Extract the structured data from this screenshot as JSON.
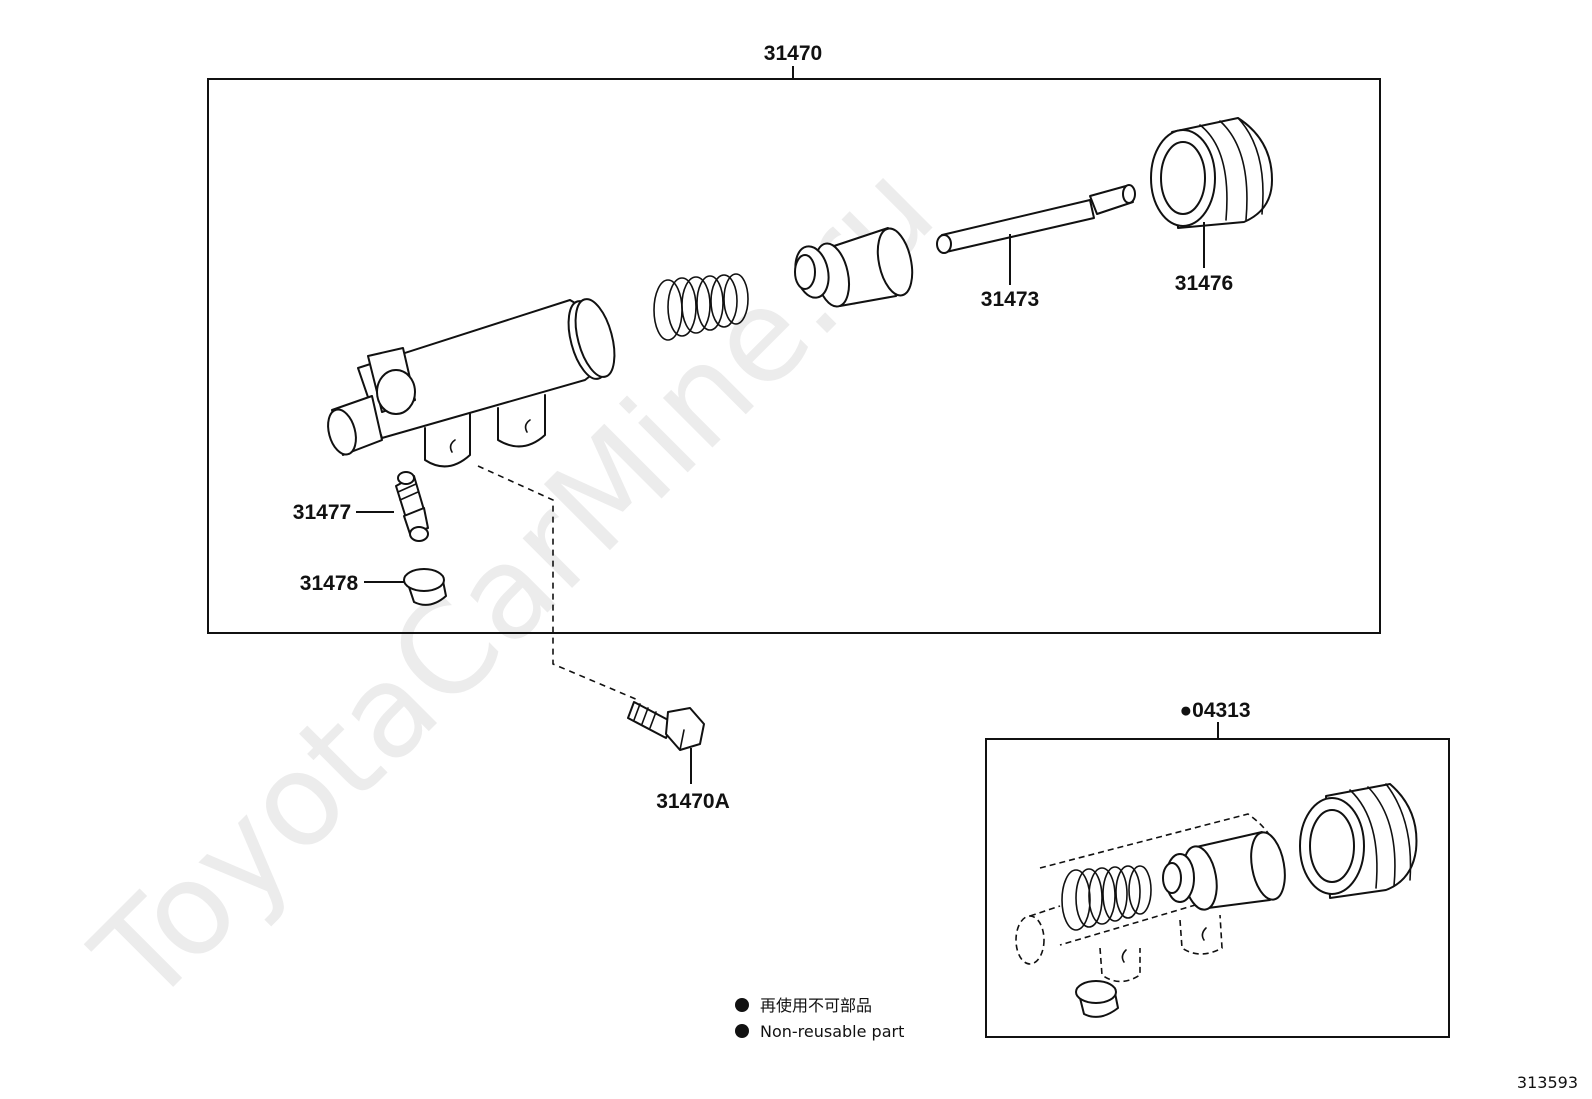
{
  "diagram": {
    "watermark": "ToyotaCarMine.ru",
    "assembly": {
      "label": "31470",
      "parts": [
        {
          "label": "31473"
        },
        {
          "label": "31476"
        },
        {
          "label": "31477"
        },
        {
          "label": "31478"
        },
        {
          "label": "31470A"
        }
      ]
    },
    "kit": {
      "label": "●04313"
    },
    "legend": [
      {
        "marker": "●",
        "text": "再使用不可部品"
      },
      {
        "marker": "●",
        "text": "Non-reusable part"
      }
    ],
    "figure_code": "313593"
  }
}
